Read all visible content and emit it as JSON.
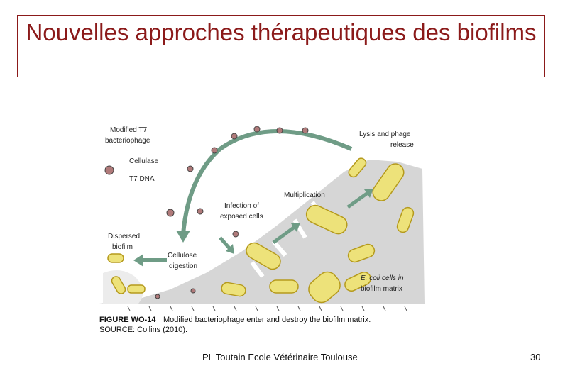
{
  "slide": {
    "title": "Nouvelles approches thérapeutiques des biofilms",
    "footer": "PL Toutain Ecole Vétérinaire Toulouse",
    "page_number": "30"
  },
  "figure": {
    "labels": {
      "modified_t7": "Modified T7",
      "bacteriophage": "bacteriophage",
      "cellulase": "Cellulase",
      "t7_dna": "T7 DNA",
      "dispersed": "Dispersed",
      "biofilm": "biofilm",
      "cellulose": "Cellulose",
      "digestion": "digestion",
      "infection_of": "Infection of",
      "exposed_cells": "exposed cells",
      "multiplication": "Multiplication",
      "lysis_and_phage": "Lysis and phage",
      "release": "release",
      "ecoli_cells_in": "E. coli cells in",
      "biofilm_matrix": "biofilm matrix"
    },
    "caption_label": "FIGURE WO-14",
    "caption_text": "Modified bacteriophage enter and destroy the biofilm matrix.",
    "source": "SOURCE: Collins (2010)."
  },
  "colors": {
    "title": "#8b1a1a",
    "arrow": "#6f9c86",
    "cell_fill": "#ede27a",
    "cell_stroke": "#b59a1c",
    "matrix": "#d6d6d6"
  }
}
